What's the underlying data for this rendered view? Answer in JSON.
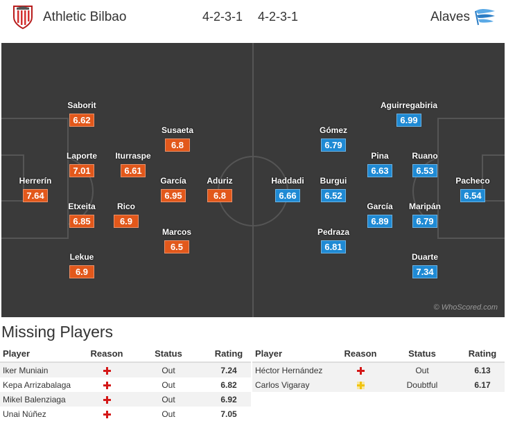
{
  "header": {
    "home_team": "Athletic Bilbao",
    "home_formation": "4-2-3-1",
    "away_formation": "4-2-3-1",
    "away_team": "Alaves"
  },
  "pitch": {
    "watermark": "© WhoScored.com",
    "home_players": [
      {
        "name": "Herrerín",
        "rating": "7.64"
      },
      {
        "name": "Saborit",
        "rating": "6.62"
      },
      {
        "name": "Laporte",
        "rating": "7.01"
      },
      {
        "name": "Etxeita",
        "rating": "6.85"
      },
      {
        "name": "Lekue",
        "rating": "6.9"
      },
      {
        "name": "Iturraspe",
        "rating": "6.61"
      },
      {
        "name": "Rico",
        "rating": "6.9"
      },
      {
        "name": "Susaeta",
        "rating": "6.8"
      },
      {
        "name": "García",
        "rating": "6.95"
      },
      {
        "name": "Marcos",
        "rating": "6.5"
      },
      {
        "name": "Aduriz",
        "rating": "6.8"
      }
    ],
    "away_players": [
      {
        "name": "Haddadi",
        "rating": "6.66"
      },
      {
        "name": "Gómez",
        "rating": "6.79"
      },
      {
        "name": "Burgui",
        "rating": "6.52"
      },
      {
        "name": "Pedraza",
        "rating": "6.81"
      },
      {
        "name": "Pina",
        "rating": "6.63"
      },
      {
        "name": "García",
        "rating": "6.89"
      },
      {
        "name": "Aguirregabiria",
        "rating": "6.99"
      },
      {
        "name": "Ruano",
        "rating": "6.53"
      },
      {
        "name": "Maripán",
        "rating": "6.79"
      },
      {
        "name": "Duarte",
        "rating": "7.34"
      },
      {
        "name": "Pacheco",
        "rating": "6.54"
      }
    ]
  },
  "missing": {
    "title": "Missing Players",
    "columns": {
      "player": "Player",
      "reason": "Reason",
      "status": "Status",
      "rating": "Rating"
    },
    "home": [
      {
        "player": "Iker Muniain",
        "reason_icon": "injury-icon",
        "status": "Out",
        "rating": "7.24"
      },
      {
        "player": "Kepa Arrizabalaga",
        "reason_icon": "injury-icon",
        "status": "Out",
        "rating": "6.82"
      },
      {
        "player": "Mikel Balenziaga",
        "reason_icon": "injury-icon",
        "status": "Out",
        "rating": "6.92"
      },
      {
        "player": "Unai Núñez",
        "reason_icon": "injury-icon",
        "status": "Out",
        "rating": "7.05"
      }
    ],
    "away": [
      {
        "player": "Héctor Hernández",
        "reason_icon": "injury-icon",
        "status": "Out",
        "rating": "6.13"
      },
      {
        "player": "Carlos Vigaray",
        "reason_icon": "doubtful-icon",
        "status": "Doubtful",
        "rating": "6.17"
      }
    ]
  },
  "colors": {
    "home_rating_bg": "#e2581b",
    "away_rating_bg": "#1f8ad4",
    "pitch_bg": "#3a3a3a",
    "injury_red": "#d41717",
    "doubtful_yellow": "#f1c40f"
  }
}
